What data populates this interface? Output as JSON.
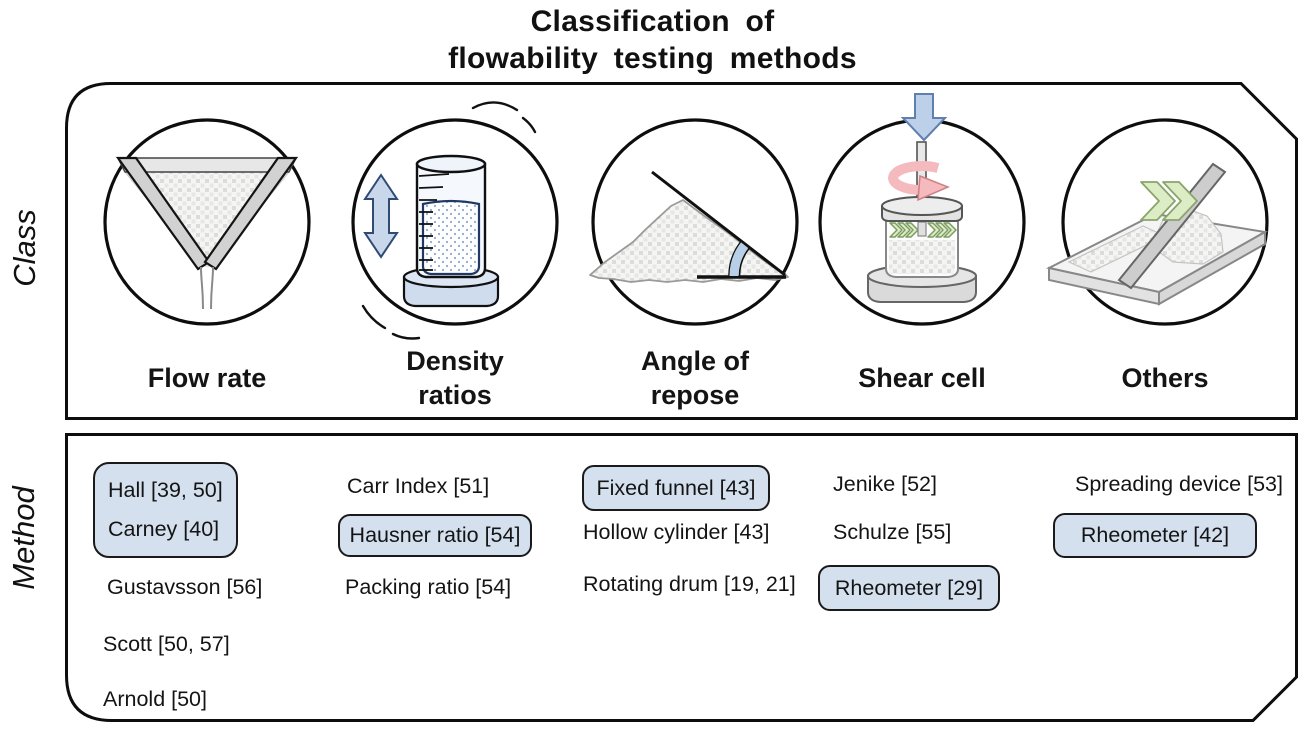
{
  "title": {
    "text": "Classification of\nflowability testing methods"
  },
  "class_panel": {
    "side_label": "Class",
    "items": [
      {
        "id": "flow-rate",
        "label": "Flow rate",
        "icon": "funnel-icon"
      },
      {
        "id": "density-ratios",
        "label": "Density\nratios",
        "icon": "measuring-cylinder-icon"
      },
      {
        "id": "angle-of-repose",
        "label": "Angle of\nrepose",
        "icon": "powder-pile-angle-icon"
      },
      {
        "id": "shear-cell",
        "label": "Shear cell",
        "icon": "shear-cell-icon"
      },
      {
        "id": "others",
        "label": "Others",
        "icon": "spreading-device-icon"
      }
    ]
  },
  "method_panel": {
    "side_label": "Method",
    "columns": [
      {
        "class": "Flow rate",
        "boxed_group": [
          {
            "label": "Hall [39, 50]"
          },
          {
            "label": "Carney [40]"
          }
        ],
        "items": [
          {
            "label": "Gustavsson [56]",
            "highlighted": false
          },
          {
            "label": "Scott [50, 57]",
            "highlighted": false
          },
          {
            "label": "Arnold [50]",
            "highlighted": false
          }
        ]
      },
      {
        "class": "Density ratios",
        "items": [
          {
            "label": "Carr Index [51]",
            "highlighted": false
          },
          {
            "label": "Hausner ratio [54]",
            "highlighted": true
          },
          {
            "label": "Packing ratio [54]",
            "highlighted": false
          }
        ]
      },
      {
        "class": "Angle of repose",
        "items": [
          {
            "label": "Fixed funnel [43]",
            "highlighted": true
          },
          {
            "label": "Hollow cylinder [43]",
            "highlighted": false
          },
          {
            "label": "Rotating drum [19, 21]",
            "highlighted": false
          }
        ]
      },
      {
        "class": "Shear cell",
        "items": [
          {
            "label": "Jenike [52]",
            "highlighted": false
          },
          {
            "label": "Schulze [55]",
            "highlighted": false
          },
          {
            "label": "Rheometer [29]",
            "highlighted": true
          }
        ]
      },
      {
        "class": "Others",
        "items": [
          {
            "label": "Spreading device [53]",
            "highlighted": false
          },
          {
            "label": "Rheometer [42]",
            "highlighted": true
          }
        ]
      }
    ]
  },
  "colors": {
    "highlight_box_fill": "#d5e0ef",
    "outline": "#111111",
    "arrow_blue": "#c9d7eb",
    "rotation_arrow_pink": "#f4babd",
    "chevron_green": "#dcedc5",
    "powder_dot_blue": "#8fa9cc"
  }
}
